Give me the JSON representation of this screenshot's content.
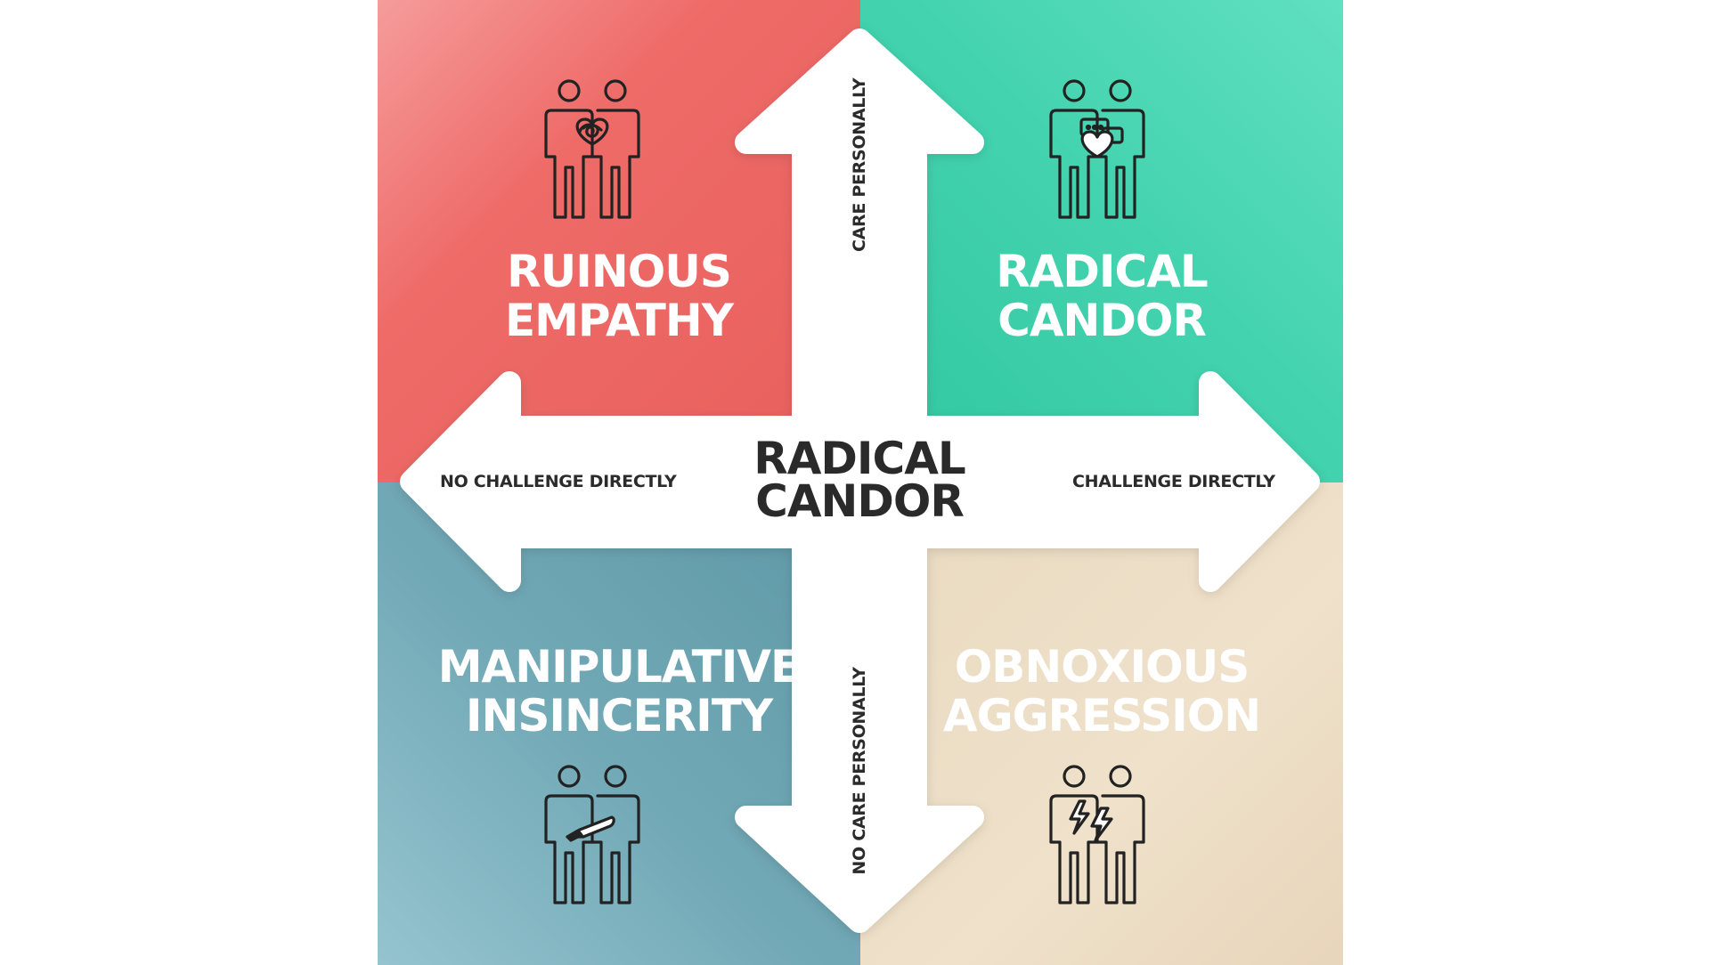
{
  "center": {
    "line1": "RADICAL",
    "line2": "CANDOR"
  },
  "axes": {
    "up": "CARE PERSONALLY",
    "down": "NO CARE PERSONALLY",
    "left": "NO CHALLENGE DIRECTLY",
    "right": "CHALLENGE DIRECTLY"
  },
  "quadrants": {
    "top_left": {
      "line1": "RUINOUS",
      "line2": "EMPATHY",
      "icon": "couple-tangled-heart-icon",
      "color": "#ee6b68"
    },
    "top_right": {
      "line1": "RADICAL",
      "line2": "CANDOR",
      "icon": "couple-heart-chat-icon",
      "color": "#44d3af"
    },
    "bottom_left": {
      "line1": "MANIPULATIVE",
      "line2": "INSINCERITY",
      "icon": "couple-knife-icon",
      "color": "#72a9b6"
    },
    "bottom_right": {
      "line1": "OBNOXIOUS",
      "line2": "AGGRESSION",
      "icon": "couple-lightning-icon",
      "color": "#efe1ca"
    }
  }
}
